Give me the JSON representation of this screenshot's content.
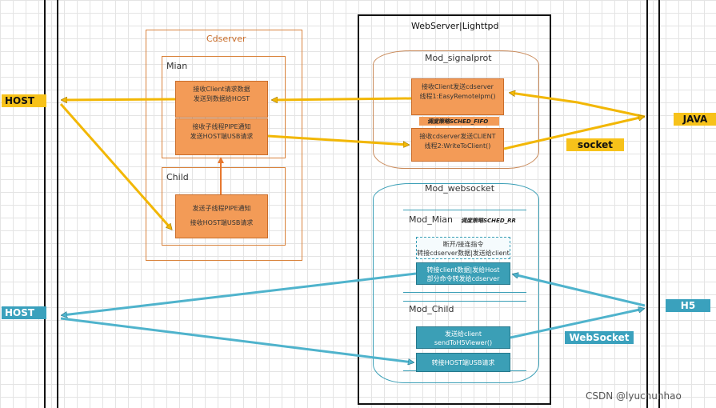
{
  "labels": {
    "host_top": "HOST",
    "host_bottom": "HOST",
    "java": "JAVA",
    "socket": "socket",
    "h5": "H5",
    "websocket": "WebSocket",
    "watermark": "CSDN @lyuchunhao"
  },
  "cdserver": {
    "title": "Cdserver",
    "mian": {
      "title": "Mian",
      "box1": [
        "接收Client请求数据",
        "发送到数据给HOST"
      ],
      "box2": [
        "接收子线程PIPE通知",
        "发送HOST端USB请求"
      ]
    },
    "child": {
      "title": "Child",
      "box": [
        "发送子线程PIPE通知",
        "接收HOST端USB请求"
      ]
    }
  },
  "webserver": {
    "title": "WebServer|Lighttpd",
    "signalprot": {
      "title": "Mod_signalprot",
      "box1": [
        "接收Client发送cdserver",
        "线程1:EasyRemoteIpm()"
      ],
      "sched": "调度策略SCHED_FIFO",
      "box2": [
        "接收cdserver发送CLIENT",
        "线程2:WriteToClient()"
      ]
    },
    "websocket": {
      "title": "Mod_websocket",
      "mian_title": "Mod_Mian",
      "mian_sched": "调度策略SCHED_RR",
      "box1": [
        "断开/接连指令",
        "转接cdserver数据|发送给client"
      ],
      "box2": [
        "转接client数据|发给Host",
        "部分命令转发给cdserver"
      ],
      "child_title": "Mod_Child",
      "box3": [
        "发送给client",
        "sendToH5Viewer()"
      ],
      "box4": [
        "转接HOST端USB请求"
      ]
    }
  }
}
